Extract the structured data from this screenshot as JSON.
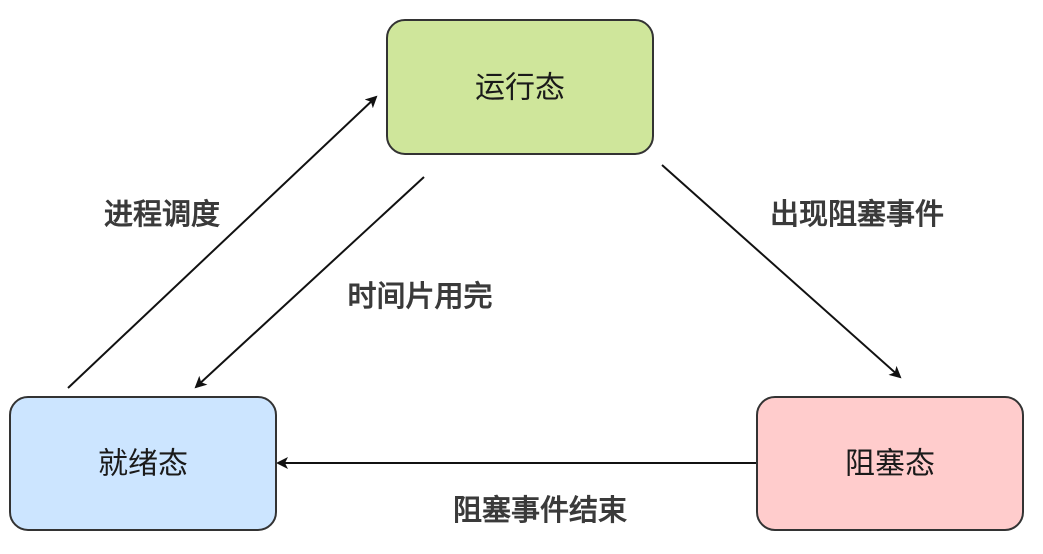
{
  "colors": {
    "running_fill": "#cfe69b",
    "ready_fill": "#cce5ff",
    "blocked_fill": "#ffcccc",
    "node_stroke": "#333333",
    "edge_stroke": "#111111",
    "edge_label": "#3a3a3a"
  },
  "states": {
    "running": "运行态",
    "ready": "就绪态",
    "blocked": "阻塞态"
  },
  "transitions": {
    "ready_to_running": "进程调度",
    "running_to_ready": "时间片用完",
    "running_to_blocked": "出现阻塞事件",
    "blocked_to_ready": "阻塞事件结束"
  }
}
